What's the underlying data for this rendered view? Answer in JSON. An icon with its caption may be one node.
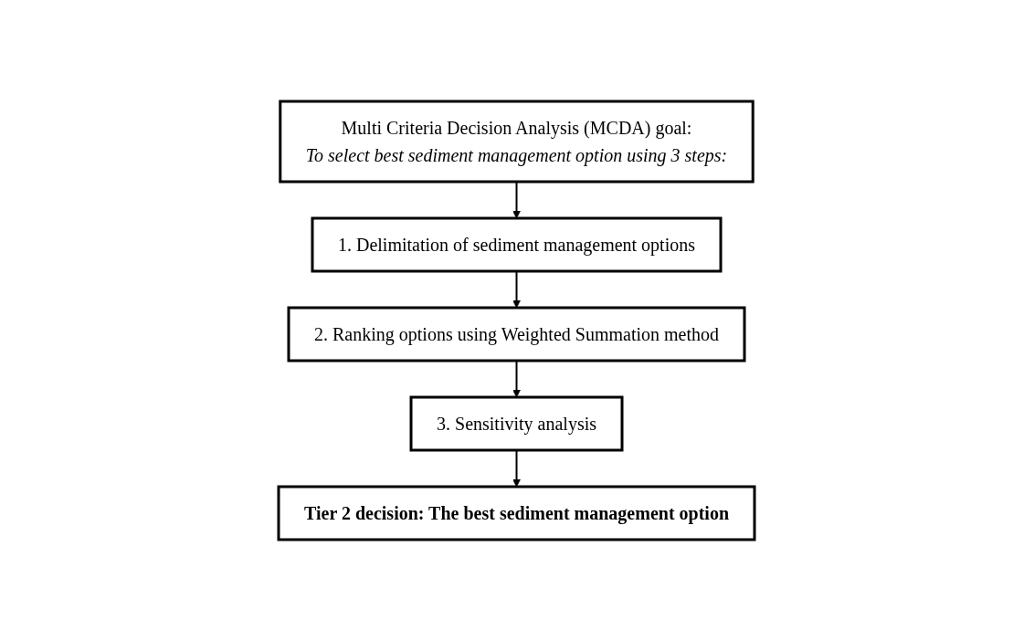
{
  "diagram": {
    "nodes": [
      {
        "text": [
          "Multi Criteria Decision Analysis (MCDA) goal:",
          "To select best sediment management option using 3 steps:"
        ]
      },
      {
        "text": [
          "1. Delimitation of sediment management options"
        ]
      },
      {
        "text": [
          "2. Ranking options using Weighted Summation method"
        ]
      },
      {
        "text": [
          "3. Sensitivity analysis"
        ]
      },
      {
        "text": [
          "Tier 2 decision: The best sediment management option"
        ]
      }
    ],
    "edges": [
      {
        "from": 0,
        "to": 1,
        "arrow": "to"
      },
      {
        "from": 1,
        "to": 2,
        "arrow": "to"
      },
      {
        "from": 2,
        "to": 3,
        "arrow": "to"
      },
      {
        "from": 3,
        "to": 4,
        "arrow": "to"
      }
    ]
  }
}
